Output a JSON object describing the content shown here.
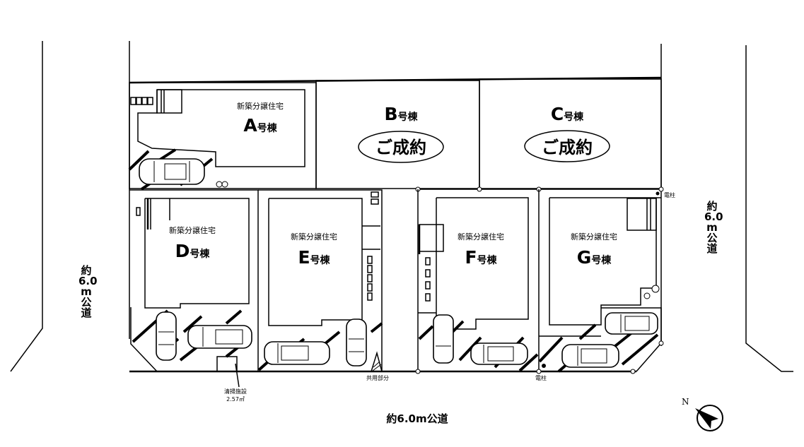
{
  "plan": {
    "lots": [
      {
        "id": "A",
        "caption": "新築分譲住宅",
        "letter": "A",
        "suffix": "号棟",
        "status": ""
      },
      {
        "id": "B",
        "caption": "",
        "letter": "B",
        "suffix": "号棟",
        "status": "ご成約"
      },
      {
        "id": "C",
        "caption": "",
        "letter": "C",
        "suffix": "号棟",
        "status": "ご成約"
      },
      {
        "id": "D",
        "caption": "新築分譲住宅",
        "letter": "D",
        "suffix": "号棟",
        "status": ""
      },
      {
        "id": "E",
        "caption": "新築分譲住宅",
        "letter": "E",
        "suffix": "号棟",
        "status": ""
      },
      {
        "id": "F",
        "caption": "新築分譲住宅",
        "letter": "F",
        "suffix": "号棟",
        "status": ""
      },
      {
        "id": "G",
        "caption": "新築分譲住宅",
        "letter": "G",
        "suffix": "号棟",
        "status": ""
      }
    ],
    "roads": {
      "south": "約6.0m公道",
      "west": [
        "約",
        "6.0",
        "m",
        "公",
        "道"
      ],
      "east": [
        "約",
        "6.0",
        "m",
        "公",
        "道"
      ]
    },
    "annotations": {
      "garbage_label": "清掃施設",
      "garbage_area": "2.57㎡",
      "shared_area": "共用部分",
      "pole_east": "電柱",
      "pole_south": "電柱"
    },
    "compass": {
      "label": "N",
      "icon": "north-arrow-icon"
    }
  }
}
